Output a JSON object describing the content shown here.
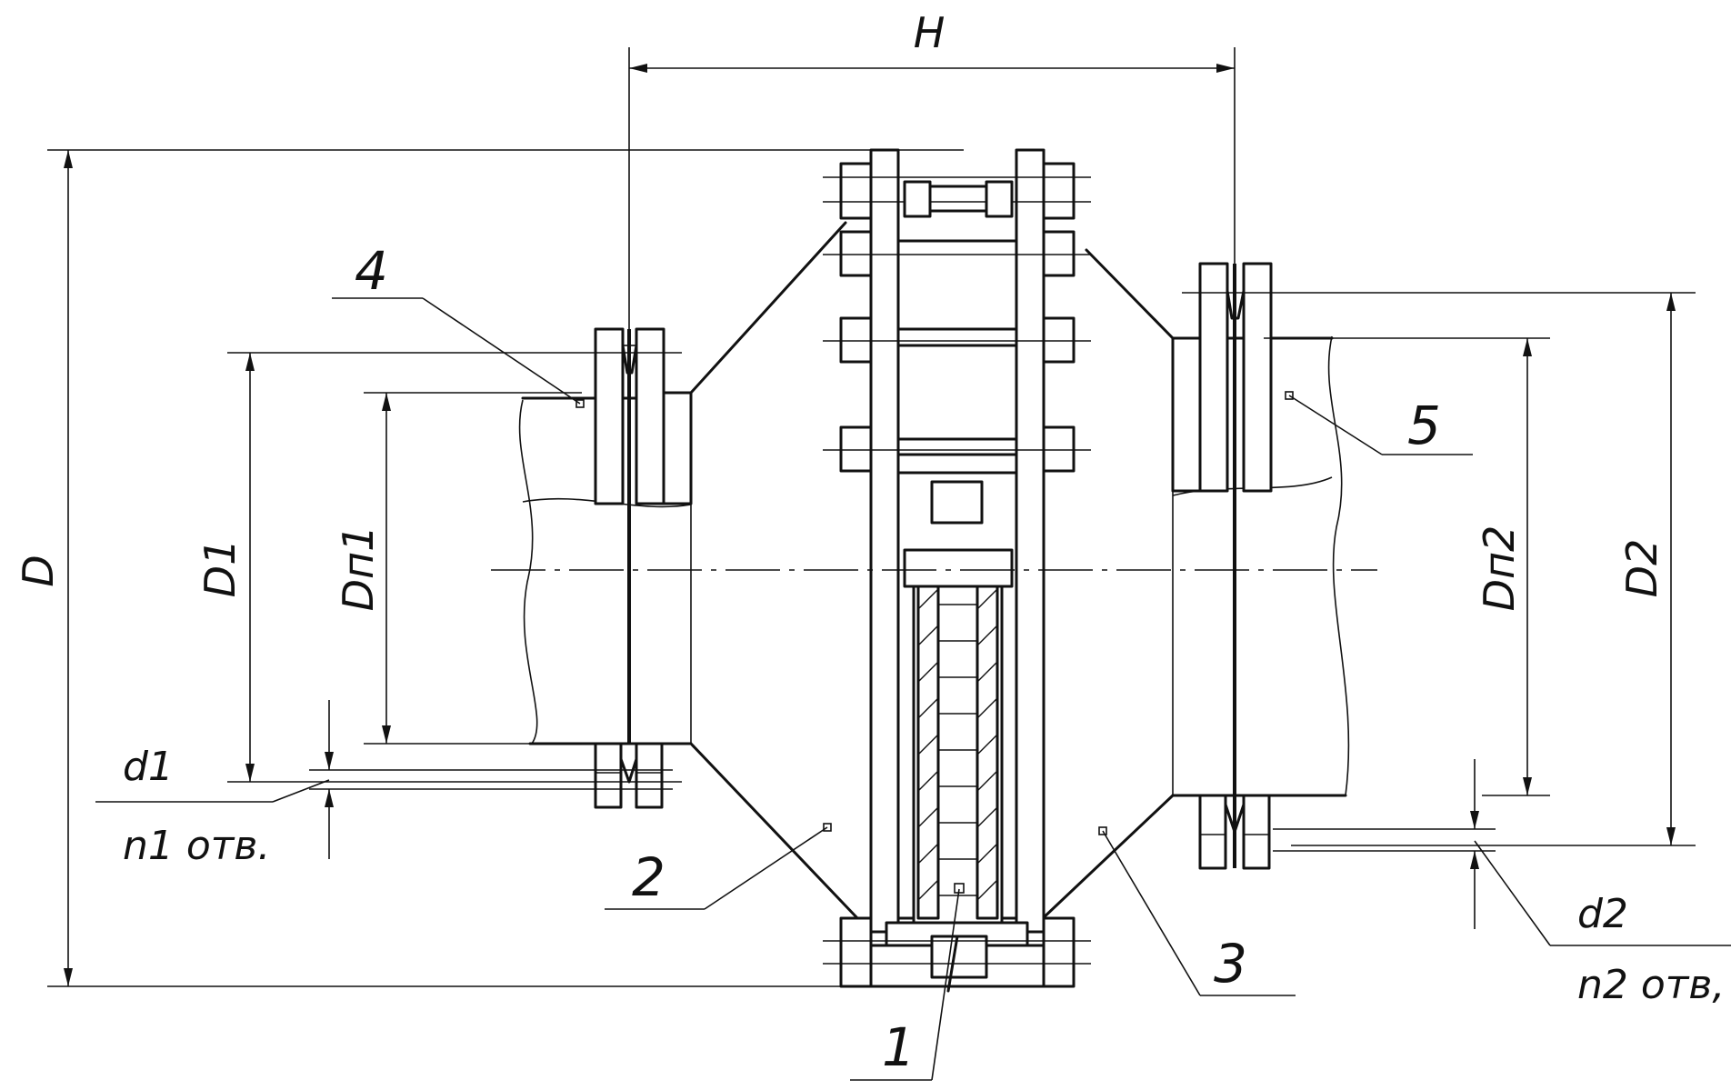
{
  "dimensions": {
    "H": "H",
    "D": "D",
    "D1": "D1",
    "Dn1": "Dп1",
    "Dn2": "Dп2",
    "D2": "D2",
    "d1": "d1",
    "d2": "d2",
    "n1": "n1 отв.",
    "n2": "n2 отв,"
  },
  "callouts": {
    "c1": "1",
    "c2": "2",
    "c3": "3",
    "c4": "4",
    "c5": "5"
  },
  "colors": {
    "line": "#111111",
    "background": "#ffffff"
  }
}
